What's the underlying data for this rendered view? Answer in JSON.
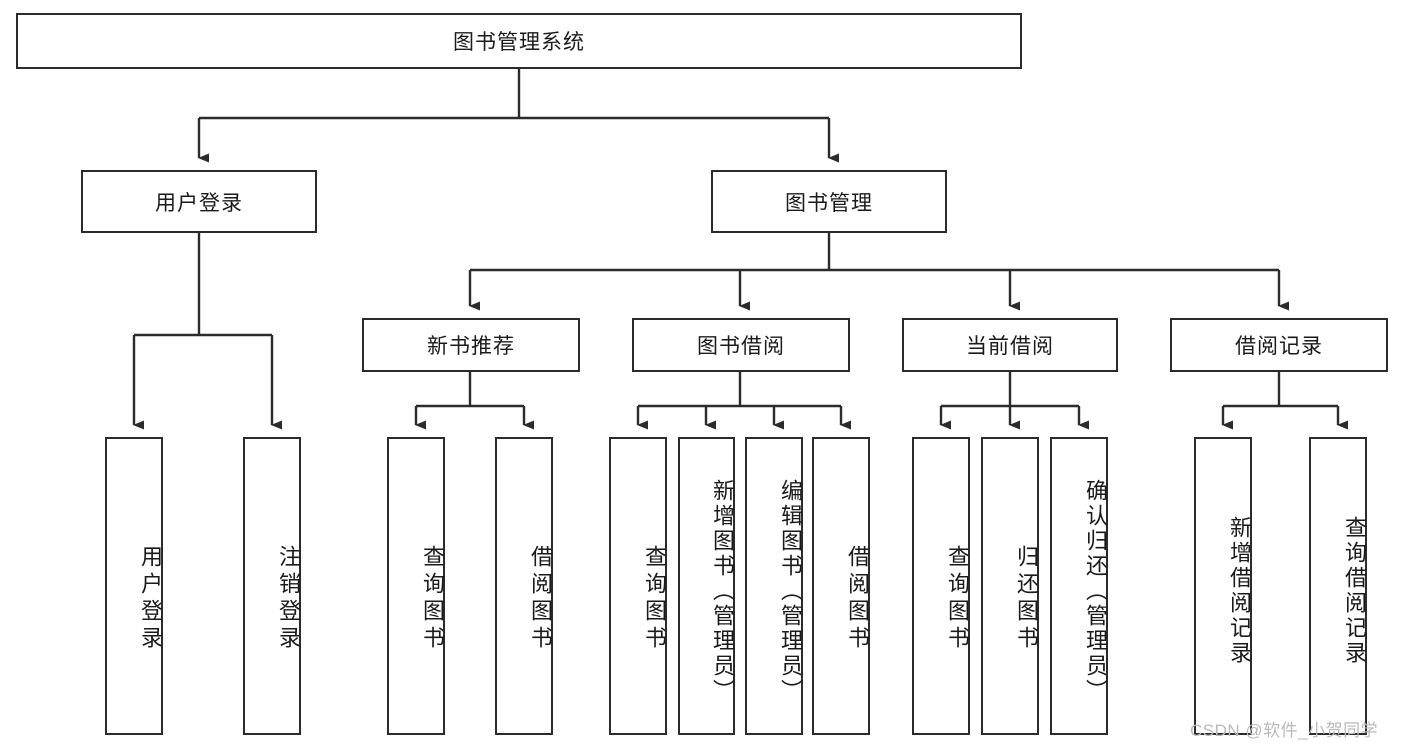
{
  "diagram": {
    "title": "图书管理系统",
    "type": "functional-decomposition-tree",
    "root": {
      "label": "图书管理系统"
    },
    "level1": [
      {
        "label": "用户登录"
      },
      {
        "label": "图书管理"
      }
    ],
    "level2": [
      {
        "label": "新书推荐"
      },
      {
        "label": "图书借阅"
      },
      {
        "label": "当前借阅"
      },
      {
        "label": "借阅记录"
      }
    ],
    "leaves_user_login": [
      {
        "label": "用户登录"
      },
      {
        "label": "注销登录"
      }
    ],
    "leaves_new_book": [
      {
        "label": "查询图书"
      },
      {
        "label": "借阅图书"
      }
    ],
    "leaves_borrow": [
      {
        "label": "查询图书"
      },
      {
        "label": "新增图书（管理员）"
      },
      {
        "label": "编辑图书（管理员）"
      },
      {
        "label": "借阅图书"
      }
    ],
    "leaves_current": [
      {
        "label": "查询图书"
      },
      {
        "label": "归还图书"
      },
      {
        "label": "确认归还（管理员）"
      }
    ],
    "leaves_record": [
      {
        "label": "新增借阅记录"
      },
      {
        "label": "查询借阅记录"
      }
    ]
  },
  "watermark": {
    "text": "CSDN @软件_小贺同学"
  },
  "colors": {
    "stroke": "#2b2b2b",
    "background": "#ffffff",
    "text": "#1a1a1a",
    "watermark": "#b9b9b9"
  }
}
